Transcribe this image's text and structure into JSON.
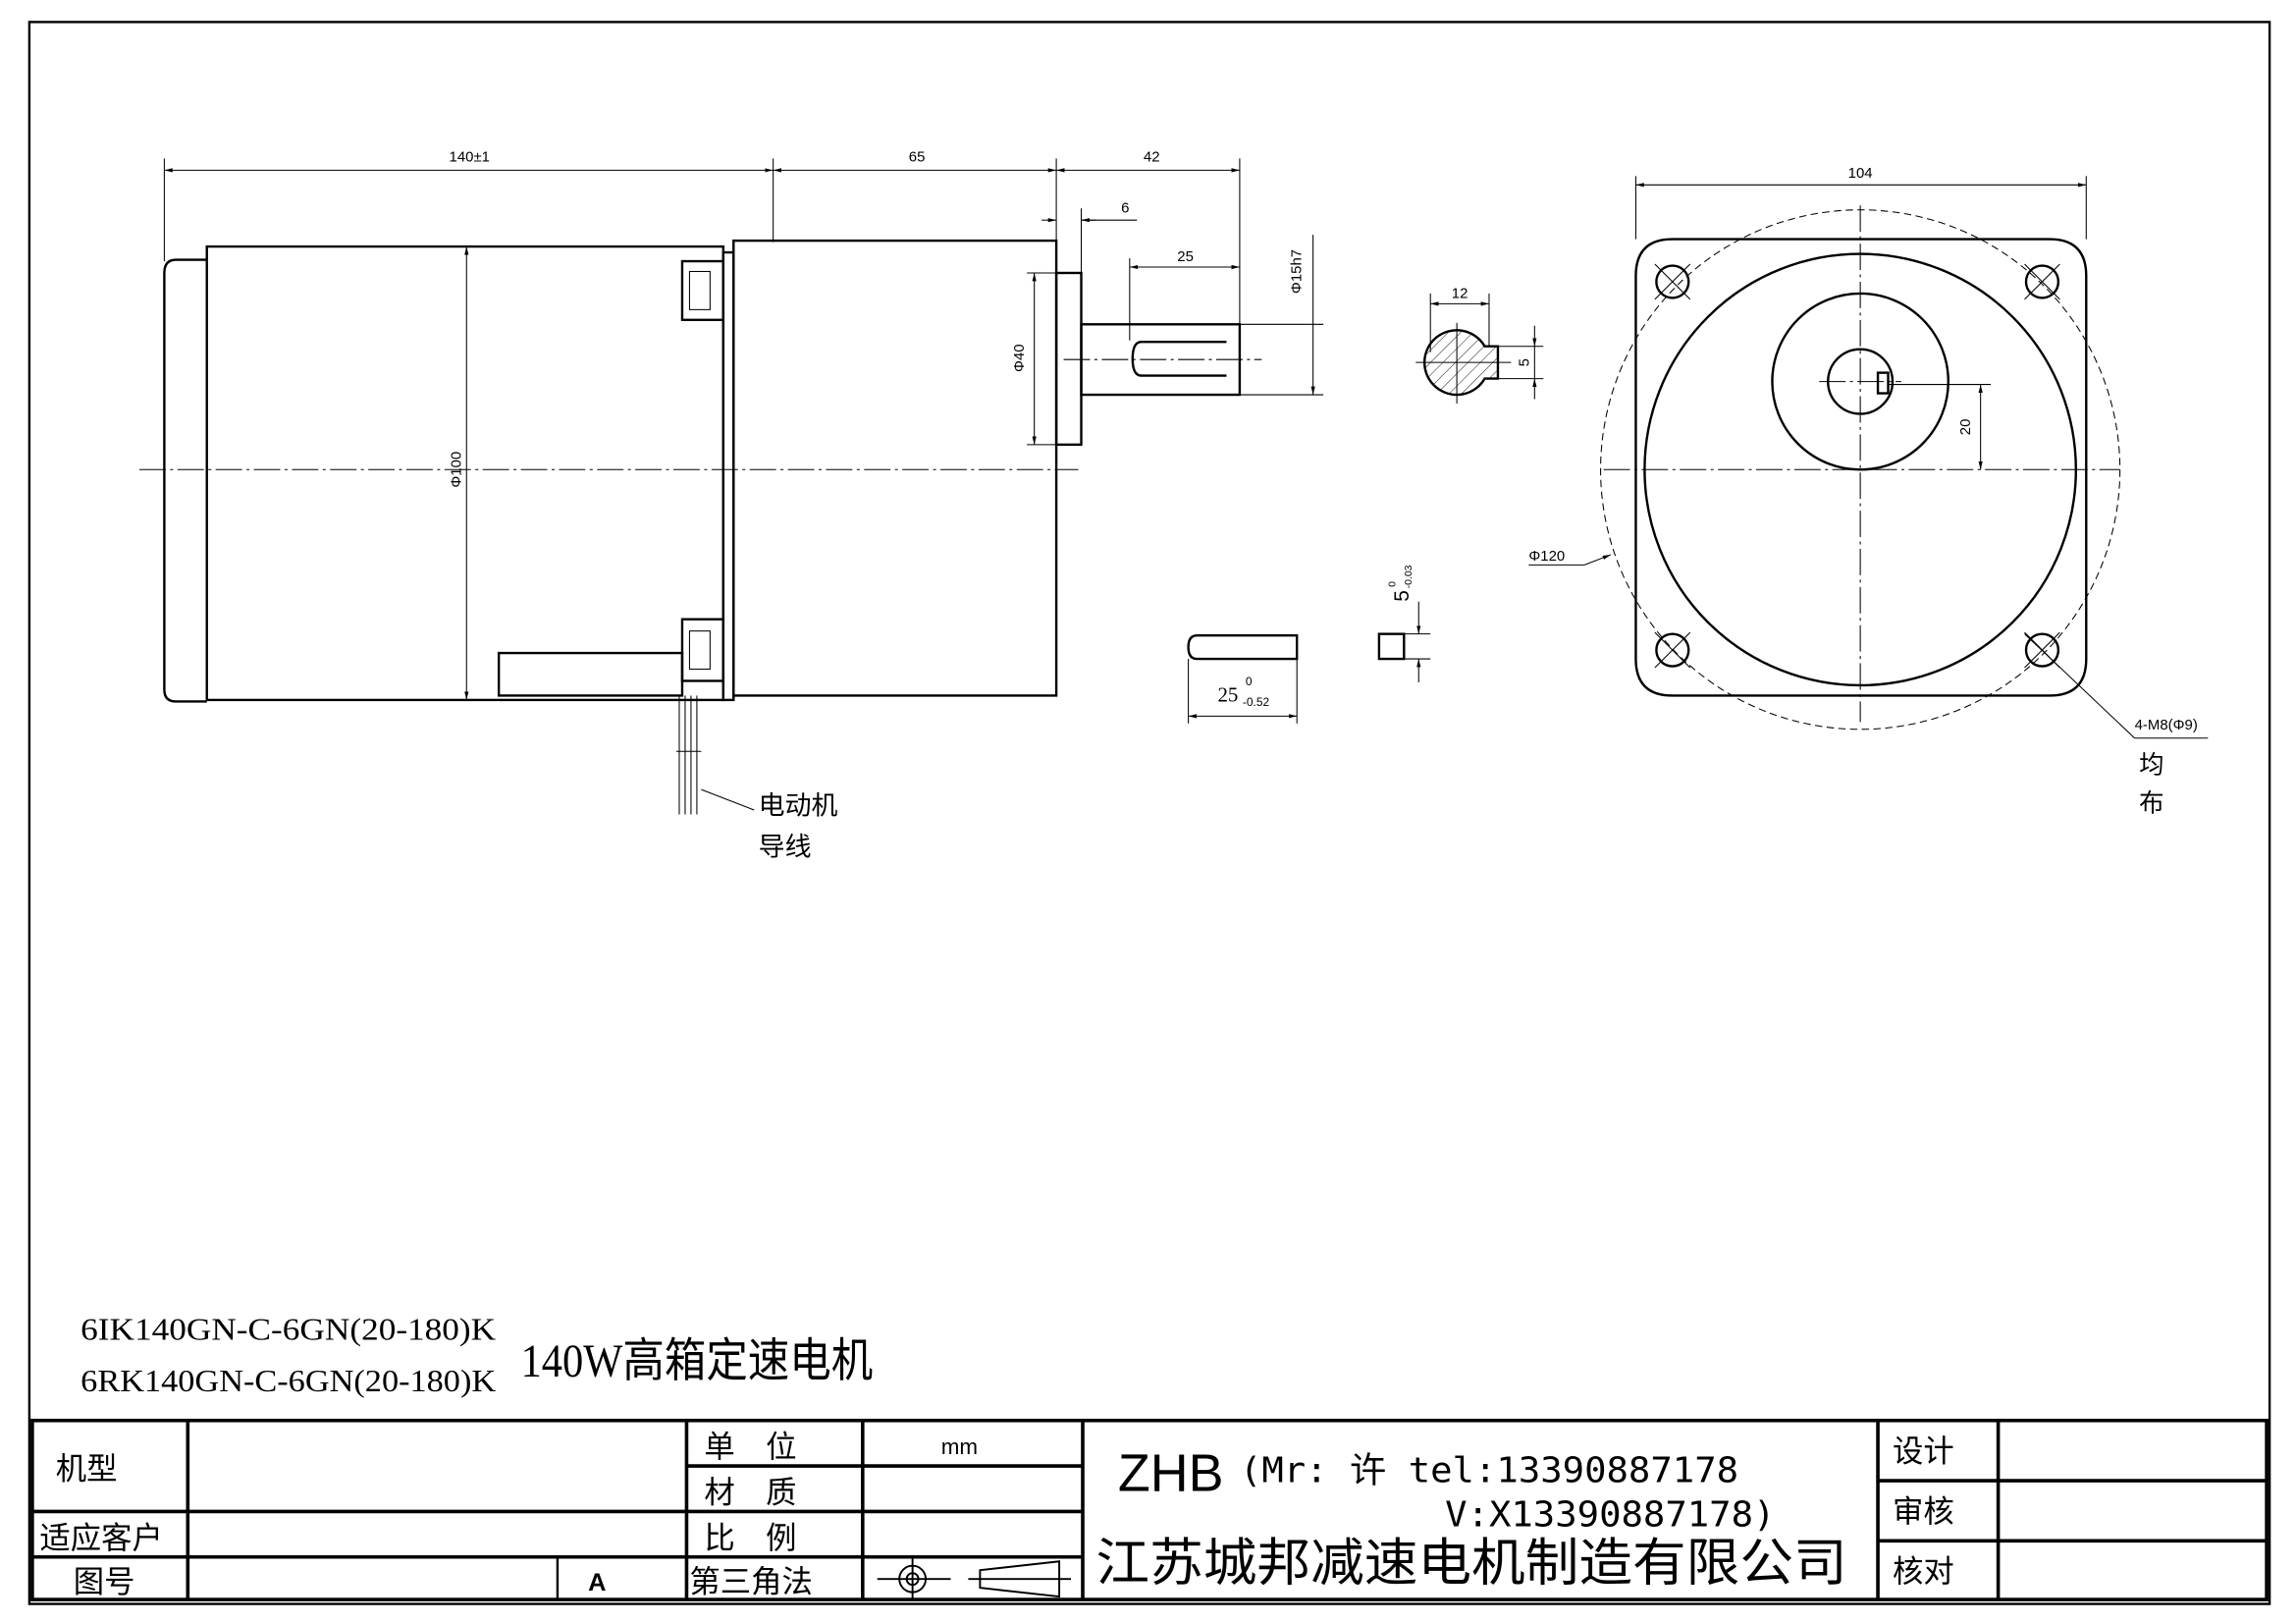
{
  "side_view": {
    "dim_length_motor": "140±1",
    "dim_length_gearbox": "65",
    "dim_length_shaft": "42",
    "dim_pilot_thickness": "6",
    "dim_key_length": "25",
    "dim_shaft_dia": "Φ15h7",
    "dim_pilot_dia": "Φ40",
    "dim_body_dia": "Φ100",
    "lead_wire_label_1": "电动机",
    "lead_wire_label_2": "导线"
  },
  "key_detail": {
    "length_main": "25",
    "length_upper_tol": "0",
    "length_lower_tol": "-0.52",
    "width_main": "5",
    "width_upper_tol": "0",
    "width_lower_tol": "-0.03"
  },
  "shaft_section": {
    "dim_flat": "12",
    "dim_keyway": "5"
  },
  "front_view": {
    "dim_flange_width": "104",
    "dim_shaft_offset": "20",
    "dim_pcd": "Φ120",
    "hole_spec": "4-M8(Φ9)",
    "hole_note_1": "均",
    "hole_note_2": "布"
  },
  "models": {
    "model_1": "6IK140GN-C-6GN(20-180)K",
    "model_2": "6RK140GN-C-6GN(20-180)K",
    "description": "140W高箱定速电机"
  },
  "title_block": {
    "machine_type_label": "机型",
    "customer_label": "适应客户",
    "drawing_no_label": "图号",
    "revision": "A",
    "unit_label": "单　位",
    "unit_value": "mm",
    "material_label": "材　质",
    "scale_label": "比　例",
    "projection_label": "第三角法",
    "brand": "ZHB",
    "contact_line_1": "(Mr: 许 tel:13390887178",
    "contact_line_2": "V:X13390887178)",
    "company": "江苏城邦减速电机制造有限公司",
    "design_label": "设计",
    "review_label": "审核",
    "check_label": "核对"
  }
}
